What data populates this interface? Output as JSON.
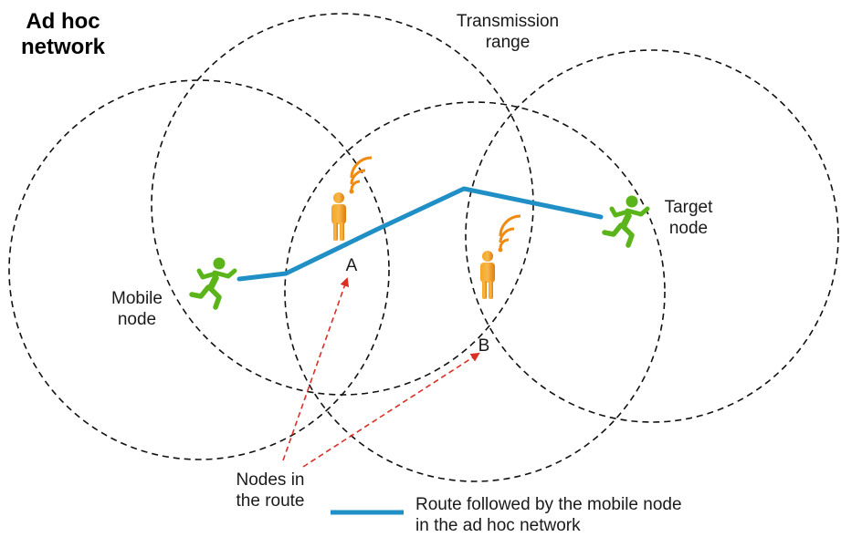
{
  "title": {
    "line1": "Ad hoc",
    "line2": "network"
  },
  "labels": {
    "transmission_range": {
      "line1": "Transmission",
      "line2": "range"
    },
    "mobile_node": {
      "line1": "Mobile",
      "line2": "node"
    },
    "target_node": {
      "line1": "Target",
      "line2": "node"
    },
    "node_a": "A",
    "node_b": "B",
    "nodes_in_route": {
      "line1": "Nodes in",
      "line2": "the route"
    }
  },
  "legend": {
    "line1": "Route followed by the mobile node",
    "line2": "in the ad hoc network",
    "route_color": "#1f8fc5"
  },
  "colors": {
    "route": "#1f8fc5",
    "pointer_arrow": "#d93025",
    "range_circle": "#111111",
    "runner_icon": "#5bb51a",
    "router_icon": "#f08a10"
  },
  "icons": [
    "runner-icon",
    "person-wifi-icon"
  ]
}
